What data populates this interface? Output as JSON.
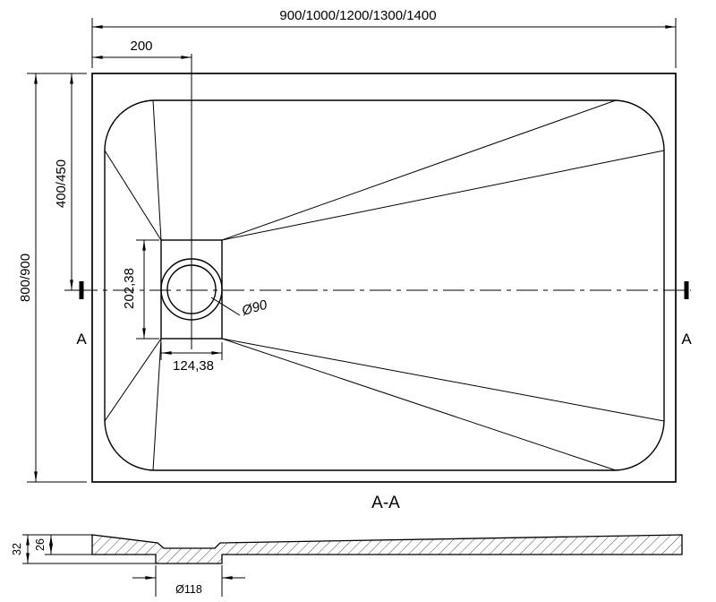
{
  "top_view": {
    "width_dim": "900/1000/1200/1300/1400",
    "drain_offset_dim": "200",
    "height_dim": "800/900",
    "center_dim": "400/450",
    "drain_height_dim": "202,38",
    "drain_width_dim": "124,38",
    "drain_diameter_label": "Ø90",
    "section_mark_left": "A",
    "section_mark_right": "A"
  },
  "section_view": {
    "title": "A-A",
    "total_thickness_dim": "32",
    "edge_thickness_dim": "26",
    "drain_base_diameter_dim": "Ø118"
  },
  "colors": {
    "line": "#000000",
    "background": "#ffffff"
  }
}
